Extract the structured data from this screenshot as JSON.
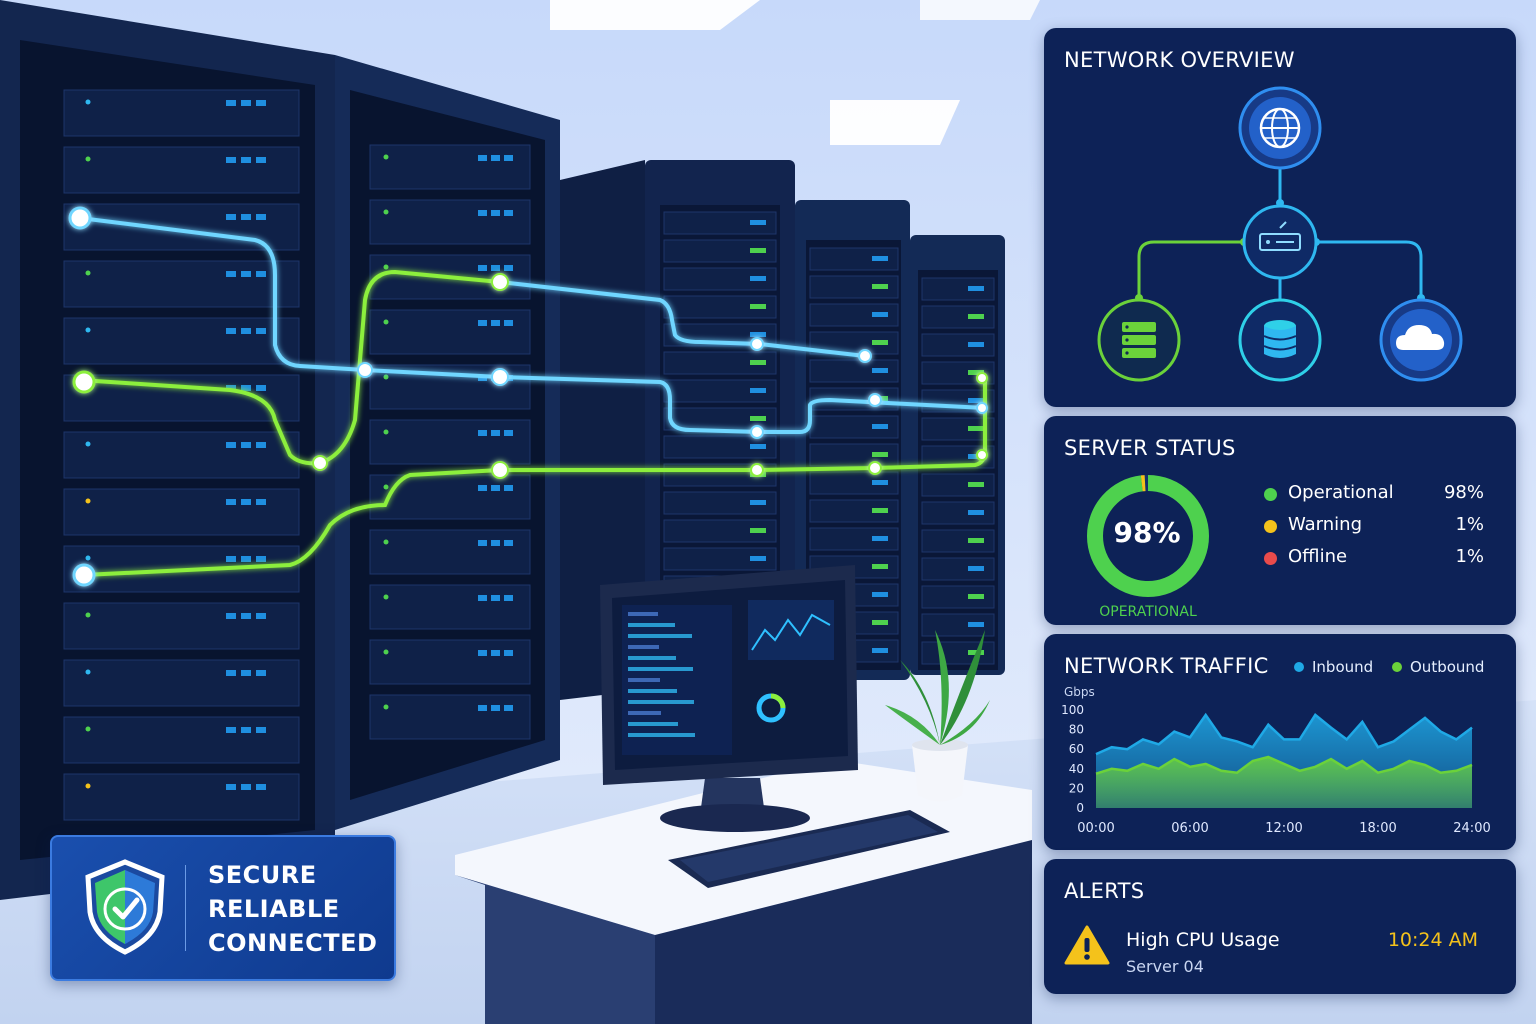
{
  "badge": {
    "lines": [
      "SECURE",
      "RELIABLE",
      "CONNECTED"
    ],
    "icon": "shield-check-icon"
  },
  "network_overview": {
    "title": "NETWORK OVERVIEW",
    "nodes": [
      "globe-icon",
      "router-icon",
      "server-icon",
      "database-icon",
      "cloud-icon"
    ]
  },
  "server_status": {
    "title": "SERVER STATUS",
    "donut_value": "98%",
    "donut_caption": "OPERATIONAL",
    "rows": [
      {
        "label": "Operational",
        "value": "98%",
        "color": "#4ed14e"
      },
      {
        "label": "Warning",
        "value": "1%",
        "color": "#f4c21b"
      },
      {
        "label": "Offline",
        "value": "1%",
        "color": "#e94b4b"
      }
    ],
    "fractions": [
      0.98,
      0.01,
      0.01
    ]
  },
  "network_traffic": {
    "title": "NETWORK TRAFFIC",
    "legend": [
      {
        "label": "Inbound",
        "color": "#1fa9e6"
      },
      {
        "label": "Outbound",
        "color": "#6bd23a"
      }
    ],
    "unit": "Gbps"
  },
  "chart_data": {
    "type": "area",
    "ylabel": "Gbps",
    "ylim": [
      0,
      100
    ],
    "yticks": [
      "100",
      "80",
      "60",
      "40",
      "20",
      "0"
    ],
    "xticks": [
      "00:00",
      "06:00",
      "12:00",
      "18:00",
      "24:00"
    ],
    "x": [
      0,
      1,
      2,
      3,
      4,
      5,
      6,
      7,
      8,
      9,
      10,
      11,
      12,
      13,
      14,
      15,
      16,
      17,
      18,
      19,
      20,
      21,
      22,
      23,
      24
    ],
    "series": [
      {
        "name": "Inbound",
        "color": "#1fa9e6",
        "values": [
          55,
          62,
          60,
          70,
          65,
          78,
          72,
          95,
          72,
          68,
          62,
          85,
          70,
          70,
          95,
          82,
          70,
          88,
          62,
          68,
          80,
          92,
          78,
          70,
          82
        ]
      },
      {
        "name": "Outbound",
        "color": "#6bd23a",
        "values": [
          35,
          40,
          38,
          45,
          40,
          50,
          42,
          45,
          38,
          36,
          48,
          52,
          45,
          38,
          42,
          50,
          40,
          48,
          36,
          40,
          48,
          44,
          36,
          38,
          44
        ]
      }
    ]
  },
  "alerts": {
    "title": "ALERTS",
    "items": [
      {
        "title": "High CPU Usage",
        "subtitle": "Server 04",
        "time": "10:24 AM",
        "icon": "warning-icon"
      }
    ]
  },
  "colors": {
    "panel": "#0d2257",
    "green": "#6bd23a",
    "blue": "#1fa9e6",
    "rack": "#162a52"
  }
}
